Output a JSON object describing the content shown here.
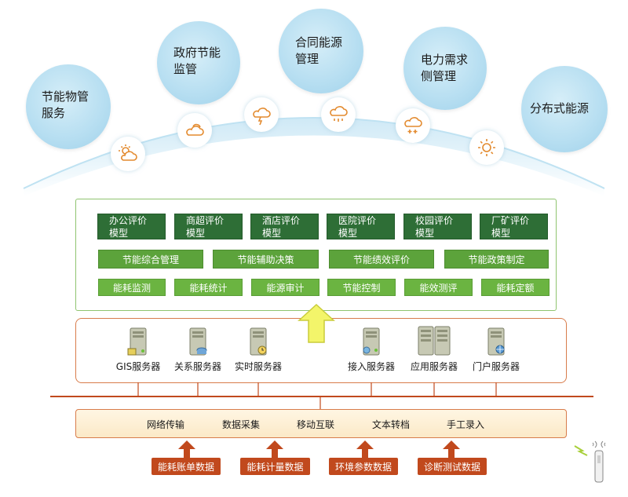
{
  "top_services": [
    {
      "line1": "节能物管",
      "line2": "服务"
    },
    {
      "line1": "政府节能",
      "line2": "监管"
    },
    {
      "line1": "合同能源",
      "line2": "管理"
    },
    {
      "line1": "电力需求",
      "line2": "侧管理"
    },
    {
      "line1": "分布式能源",
      "line2": ""
    }
  ],
  "weather_icons": [
    "partly-cloudy-icon",
    "cloudy-icon",
    "thunderstorm-icon",
    "rain-icon",
    "snow-icon",
    "sun-icon"
  ],
  "evaluation_models": [
    {
      "line1": "办公评价",
      "line2": "模型"
    },
    {
      "line1": "商超评价",
      "line2": "模型"
    },
    {
      "line1": "酒店评价",
      "line2": "模型"
    },
    {
      "line1": "医院评价",
      "line2": "模型"
    },
    {
      "line1": "校园评价",
      "line2": "模型"
    },
    {
      "line1": "厂矿评价",
      "line2": "模型"
    }
  ],
  "management_functions": [
    "节能综合管理",
    "节能辅助决策",
    "节能绩效评价",
    "节能政策制定"
  ],
  "basic_functions": [
    "能耗监测",
    "能耗统计",
    "能源审计",
    "节能控制",
    "能效测评",
    "能耗定额"
  ],
  "servers": [
    "GIS服务器",
    "关系服务器",
    "实时服务器",
    "接入服务器",
    "应用服务器",
    "门户服务器"
  ],
  "input_methods": [
    "网络传输",
    "数据采集",
    "移动互联",
    "文本转档",
    "手工录入"
  ],
  "data_sources": [
    "能耗账单数据",
    "能耗计量数据",
    "环境参数数据",
    "诊断测试数据"
  ],
  "colors": {
    "bubble": "#b6def1",
    "dark_green": "#2e6e36",
    "mid_green": "#5ca33b",
    "light_green": "#6bb441",
    "frame_green": "#8fc46f",
    "orange": "#d87c4b",
    "source_red": "#c1491d",
    "arrow_yellow": "#f3f56a"
  }
}
